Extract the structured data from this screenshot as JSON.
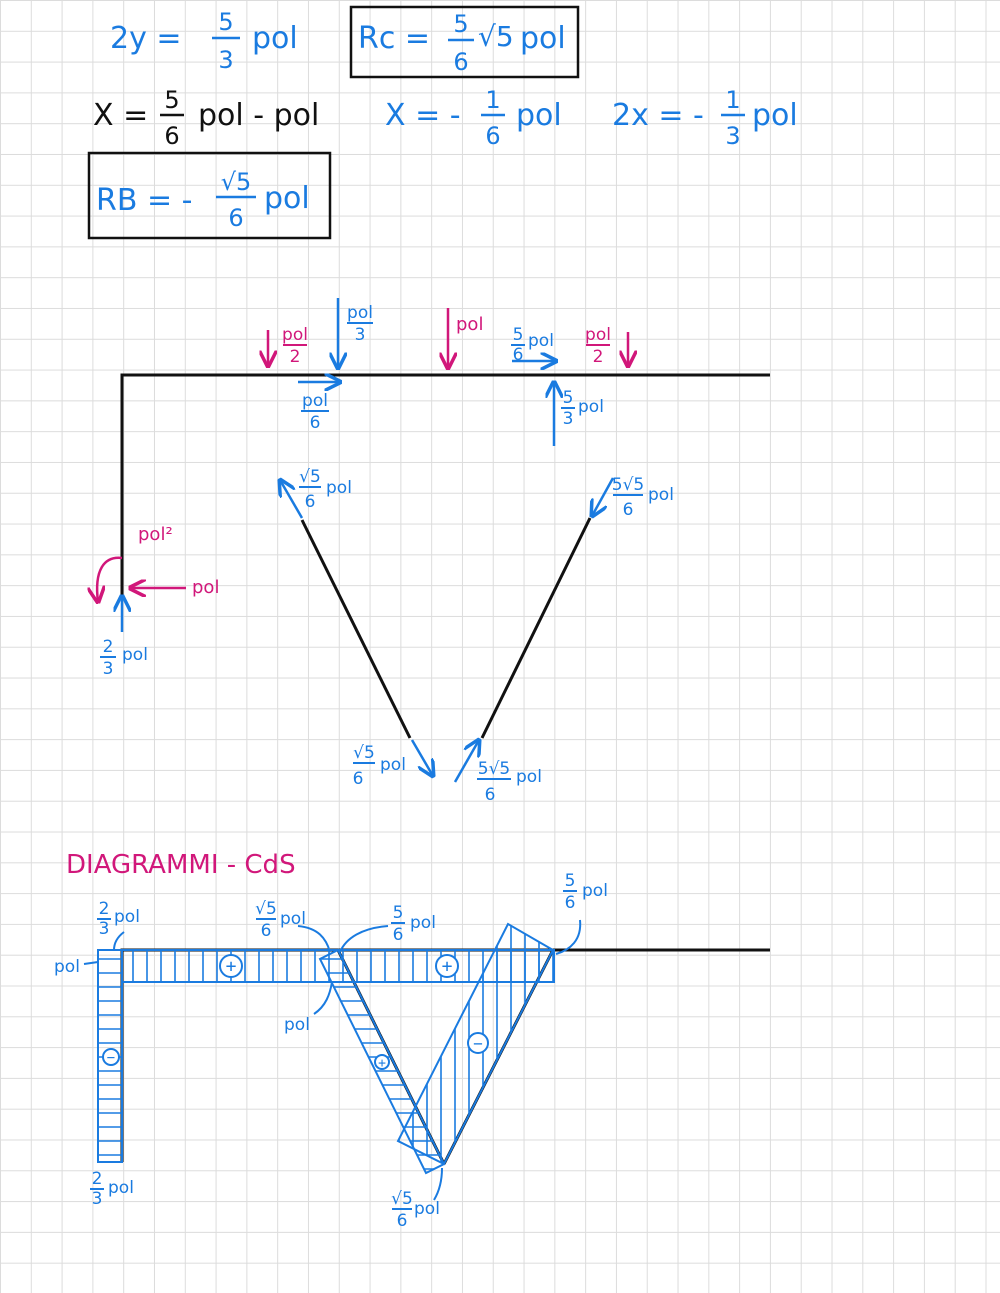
{
  "colors": {
    "blue": "#1a7be0",
    "magenta": "#d1177a",
    "black": "#111111",
    "grid": "#dcdcdc"
  },
  "equations": {
    "eq_2y": {
      "lhs": "2y =",
      "num": "5",
      "den": "3",
      "rest": "pol"
    },
    "rc": {
      "lhs": "Rc =",
      "num": "5",
      "den": "6",
      "root": "√5",
      "rest": "pol"
    },
    "x1": {
      "lhs": "X =",
      "num": "5",
      "den": "6",
      "rest": "pol - pol"
    },
    "x2": {
      "lhs": "X = -",
      "num": "1",
      "den": "6",
      "rest": "pol"
    },
    "x3": {
      "lhs": "2x = -",
      "num": "1",
      "den": "3",
      "rest": "pol"
    },
    "rb": {
      "lhs": "RB = -",
      "num": "√5",
      "den": "6",
      "rest": "pol"
    }
  },
  "fbd": {
    "left_load": {
      "num": "pol",
      "den": "2"
    },
    "top_load": {
      "num": "pol",
      "den": "3"
    },
    "center_load": "pol",
    "right_horiz": {
      "num": "5",
      "den": "6",
      "rest": "pol"
    },
    "right_load": {
      "num": "pol",
      "den": "2"
    },
    "beam_horiz": {
      "num": "pol",
      "den": "6"
    },
    "beam_up": {
      "num": "5",
      "den": "3",
      "rest": "pol"
    },
    "strut_left_top": {
      "num": "√5",
      "den": "6",
      "rest": "pol"
    },
    "strut_right_top": {
      "num": "5√5",
      "den": "6",
      "rest": "pol"
    },
    "moment": "pol²",
    "support_horiz": "pol",
    "support_vert": {
      "num": "2",
      "den": "3",
      "rest": "pol"
    },
    "strut_left_bottom": {
      "num": "√5",
      "den": "6",
      "rest": "pol"
    },
    "strut_right_bottom": {
      "num": "5√5",
      "den": "6",
      "rest": "pol"
    }
  },
  "diagram": {
    "title": "DIAGRAMMI - CdS",
    "label_col_top": {
      "num": "2",
      "den": "3",
      "rest": "pol"
    },
    "label_pol_left": "pol",
    "label_beam_sqrt": {
      "num": "√5",
      "den": "6",
      "rest": "pol"
    },
    "label_beam_mid": {
      "num": "5",
      "den": "6",
      "rest": "pol"
    },
    "label_right_top": {
      "num": "5",
      "den": "6",
      "rest": "pol"
    },
    "label_pol_mid": "pol",
    "label_col_bottom": {
      "num": "2",
      "den": "3",
      "rest": "pol"
    },
    "label_vertex": {
      "num": "√5",
      "den": "6",
      "rest": "pol"
    },
    "sign_beam_1": "+",
    "sign_beam_2": "+",
    "sign_column": "−",
    "sign_strut_left": "+",
    "sign_strut_right": "−"
  }
}
